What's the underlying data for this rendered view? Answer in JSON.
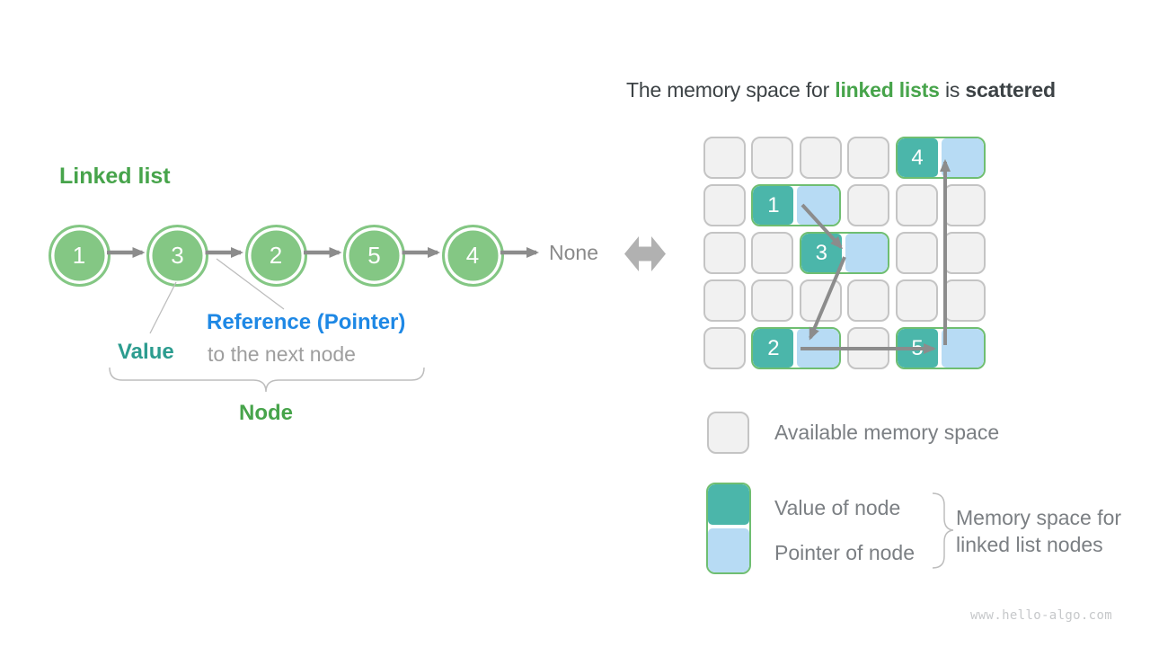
{
  "page": {
    "watermark": "www.hello-algo.com"
  },
  "colors": {
    "node-green": "#84C784",
    "pair-green": "#6FBE71",
    "teal": "#4BB6AA",
    "pointer-blue": "#B7DBF4",
    "cell-fill": "#F1F1F1",
    "cell-border": "#C4C4C4",
    "text-green": "#47A44B",
    "text-teal": "#2C9C8F",
    "text-blue": "#1E88E5",
    "text-dark": "#3C4245",
    "text-gray": "#9E9E9E",
    "legend-gray": "#7B7F83",
    "muted-gray": "#8A8A8A",
    "arrow-gray": "#8C8C8C",
    "shape-gray": "#B1B1B1",
    "line-gray": "#BDBDBD",
    "watermark-gray": "#C6C8CA"
  },
  "linked_list": {
    "title": "Linked list",
    "values": [
      "1",
      "3",
      "2",
      "5",
      "4"
    ],
    "terminator": "None",
    "value_label": "Value",
    "reference_label": "Reference (Pointer)",
    "reference_sublabel": "to the next node",
    "node_label": "Node"
  },
  "equivalence": {
    "icon": "left-right-double-arrow"
  },
  "memory": {
    "title_parts": [
      {
        "text": "The memory space for ",
        "style": "normal"
      },
      {
        "text": "linked lists",
        "style": "green-bold"
      },
      {
        "text": " is ",
        "style": "normal"
      },
      {
        "text": "scattered",
        "style": "bold"
      }
    ],
    "grid": {
      "rows": 5,
      "cols": 6
    },
    "nodes": [
      {
        "value": "4",
        "row": 0,
        "col": 4
      },
      {
        "value": "1",
        "row": 1,
        "col": 1
      },
      {
        "value": "3",
        "row": 2,
        "col": 2
      },
      {
        "value": "2",
        "row": 4,
        "col": 1
      },
      {
        "value": "5",
        "row": 4,
        "col": 4
      }
    ],
    "links": [
      {
        "from": "1",
        "to": "3"
      },
      {
        "from": "3",
        "to": "2"
      },
      {
        "from": "2",
        "to": "5"
      },
      {
        "from": "5",
        "to": "4"
      }
    ],
    "legend": {
      "available_label": "Available memory space",
      "value_label": "Value of node",
      "pointer_label": "Pointer of node",
      "group_lines": [
        "Memory space for",
        "linked list nodes"
      ]
    }
  }
}
